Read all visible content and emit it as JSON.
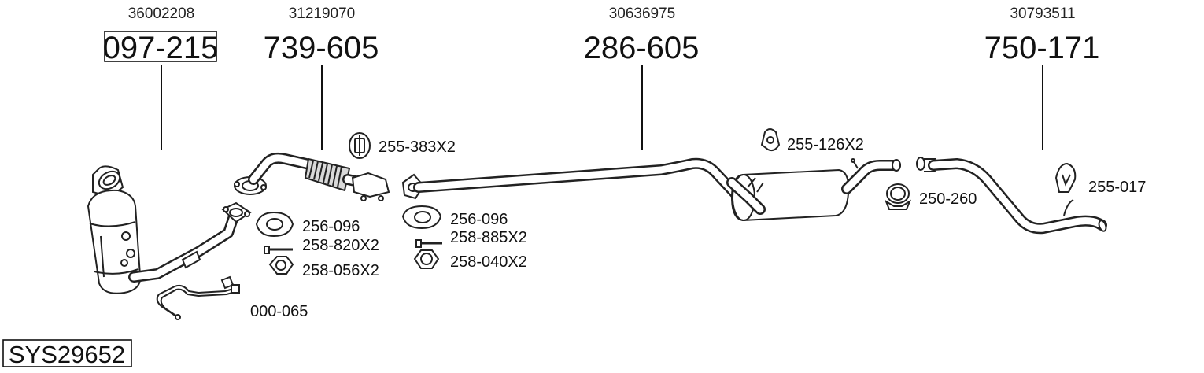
{
  "system": {
    "code": "SYS29652"
  },
  "parts": [
    {
      "oem": "36002208",
      "number": "097-215",
      "boxed": true
    },
    {
      "oem": "31219070",
      "number": "739-605",
      "boxed": false
    },
    {
      "oem": "30636975",
      "number": "286-605",
      "boxed": false
    },
    {
      "oem": "30793511",
      "number": "750-171",
      "boxed": false
    }
  ],
  "accessories": {
    "hanger_1": "255-383X2",
    "gasket_1": "256-096",
    "bolt_1": "258-820X2",
    "nut_1": "258-056X2",
    "sensor_pipe": "000-065",
    "gasket_2": "256-096",
    "bolt_2": "258-885X2",
    "nut_2": "258-040X2",
    "hanger_2": "255-126X2",
    "clamp": "250-260",
    "hanger_3": "255-017"
  }
}
